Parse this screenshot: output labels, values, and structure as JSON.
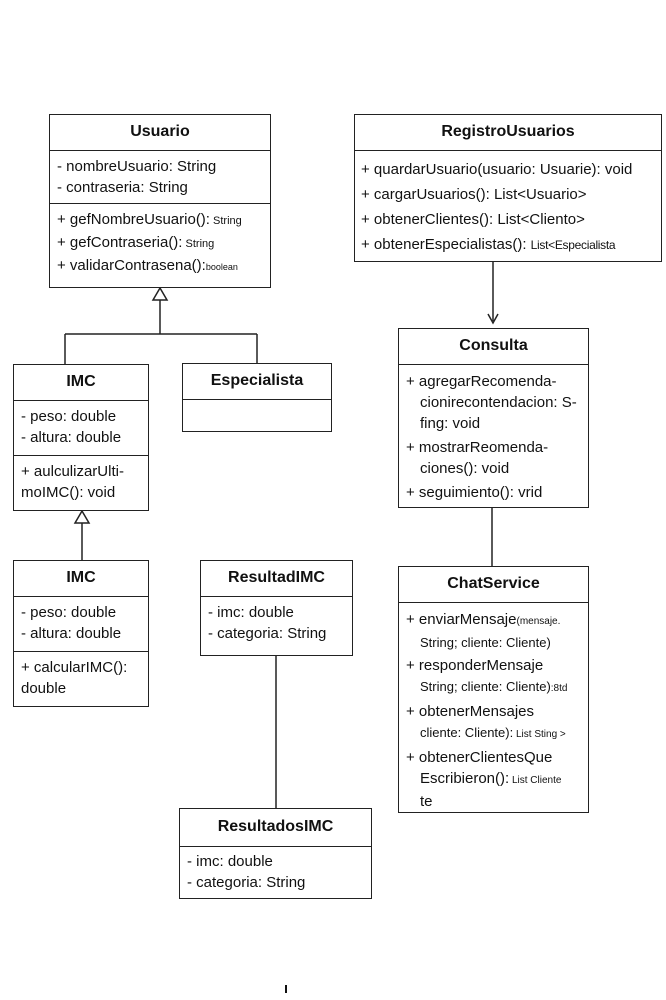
{
  "classes": {
    "usuario": {
      "name": "Usuario",
      "attributes": [
        "- nombreUsuario: String",
        "- contraseria: String"
      ],
      "methods": [
        {
          "main": "+ gefNombreUsuario():",
          "small": " String"
        },
        {
          "main": "+ gefContraseria():",
          "small": " String"
        },
        {
          "main": "+ validarContrasena():",
          "small": "boolean"
        }
      ]
    },
    "registro": {
      "name": "RegistroUsuarios",
      "methods": [
        {
          "main": "+ quardarUsuario(usuario: Usuarie): void",
          "small": ""
        },
        {
          "main": "+ cargarUsuarios(): List<Usuario>",
          "small": ""
        },
        {
          "main": "+ obtenerClientes(): List<Cliento>",
          "small": ""
        },
        {
          "main": "+ obtenerEspecialistas(): ",
          "small": "List<Especialista"
        }
      ]
    },
    "imc1": {
      "name": "IMC",
      "attributes": [
        "- peso: double",
        "- altura: double"
      ],
      "methods": [
        "+ aulculizarUlti-",
        "moIMC(): void"
      ]
    },
    "especialista": {
      "name": "Especialista"
    },
    "consulta": {
      "name": "Consulta",
      "methods": [
        [
          "+ agregarRecomenda-",
          "cionirecontendacion: S-",
          "fing: void"
        ],
        [
          "+ mostrarReomenda-",
          "ciones(): void"
        ],
        [
          "+ seguimiento(): vrid"
        ]
      ]
    },
    "imc2": {
      "name": "IMC",
      "attributes": [
        "- peso: double",
        "- altura: double"
      ],
      "methods": [
        "+ calcularIMC():",
        "double"
      ]
    },
    "resultadimc": {
      "name": "ResultadIMC",
      "attributes": [
        "- imc: double",
        "- categoria: String"
      ]
    },
    "chatservice": {
      "name": "ChatService",
      "methods": [
        {
          "l1": "+ enviarMensaje",
          "l1s": "(mensaje.",
          "l2": "String; cliente: Cliente)",
          "l2s": ""
        },
        {
          "l1": "+ responderMensaje",
          "l1s": "",
          "l2": "String; cliente: Cliente)",
          "l2s": ":8td"
        },
        {
          "l1": "+ obtenerMensajes",
          "l1s": "",
          "l2": "cliente: Cliente):",
          "l2s": " List Sting >"
        },
        {
          "l1": "+ obtenerClientesQue",
          "l1s": "",
          "l2": "Escribieron():",
          "l2s": " List Cliente",
          "l3": "te"
        }
      ]
    },
    "resultadosimc": {
      "name": "ResultadosIMC",
      "attributes": [
        "- imc: double",
        "- categoria: String"
      ]
    }
  }
}
